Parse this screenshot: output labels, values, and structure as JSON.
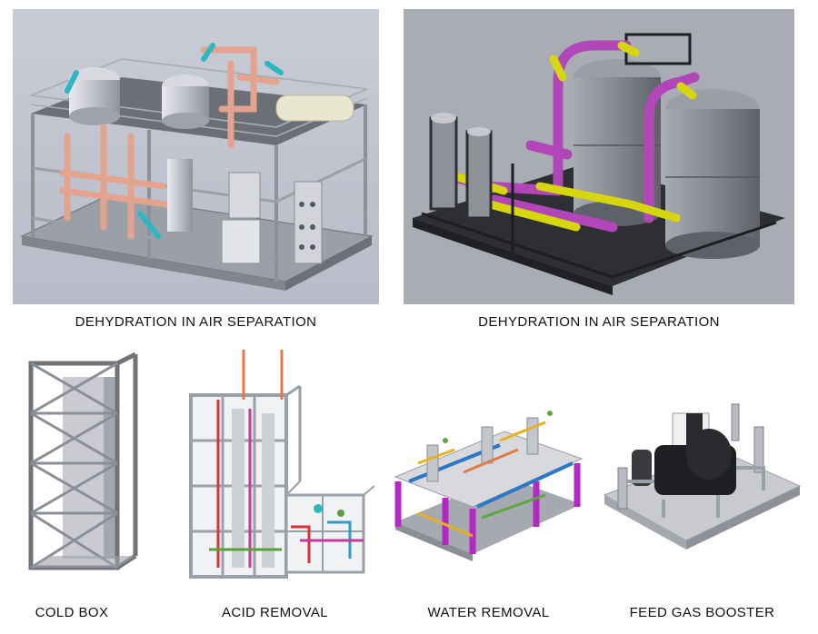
{
  "captions": {
    "dehydration_1": "DEHYDRATION IN AIR SEPARATION",
    "dehydration_2": "DEHYDRATION IN AIR SEPARATION",
    "cold_box": "COLD BOX",
    "acid_removal": "ACID REMOVAL",
    "water_removal": "WATER REMOVAL",
    "feed_gas_booster": "FEED GAS BOOSTER"
  },
  "colors": {
    "frame_gray": "#9aa0a8",
    "pipe_copper": "#e3a48f",
    "pipe_cyan": "#2fb7c0",
    "pipe_magenta": "#b046b8",
    "pipe_yellow": "#d6d60f",
    "vessel_gray": "#7e8089",
    "skid_dark": "#2d2f33"
  }
}
